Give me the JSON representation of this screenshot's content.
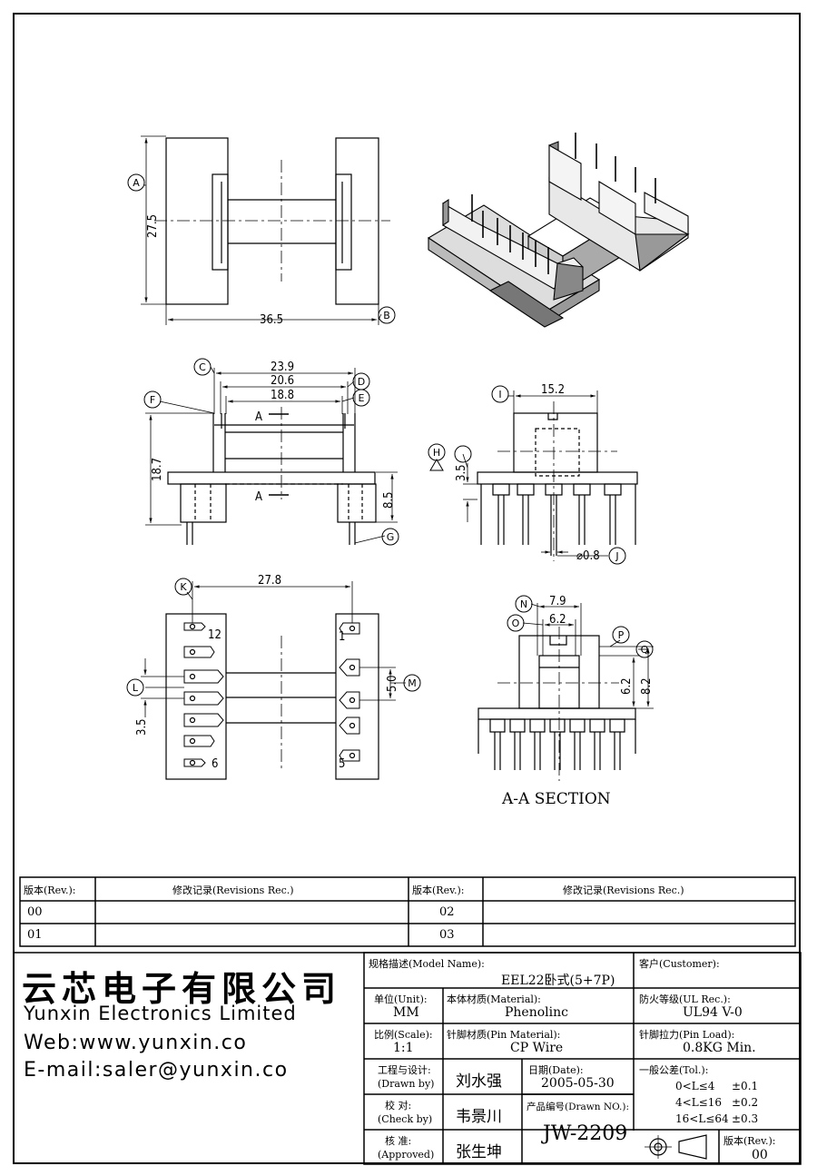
{
  "dims": {
    "d36_5": "36.5",
    "d27_5": "27.5",
    "d23_9": "23.9",
    "d20_6": "20.6",
    "d18_8": "18.8",
    "d18_7": "18.7",
    "d8_5": "8.5",
    "d15_2": "15.2",
    "d3_5a": "3.5",
    "d0_8": "⌀0.8",
    "d27_8": "27.8",
    "d5_0": "5.0",
    "d3_5b": "3.5",
    "d7_9": "7.9",
    "d6_2a": "6.2",
    "d6_2b": "6.2",
    "d8_2": "8.2"
  },
  "refs": {
    "A": "A",
    "B": "B",
    "C": "C",
    "D": "D",
    "E": "E",
    "F": "F",
    "G": "G",
    "H": "H",
    "I": "I",
    "J": "J",
    "K": "K",
    "L": "L",
    "M": "M",
    "N": "N",
    "O": "O",
    "P": "P",
    "Q": "Q"
  },
  "section": {
    "cut": "A",
    "caption": "A-A SECTION"
  },
  "pins": {
    "p12": "12",
    "p1": "1",
    "p6": "6",
    "p5": "5"
  },
  "revisions": {
    "rev_header": "版本(Rev.):",
    "rec_header": "修改记录(Revisions Rec.)",
    "rows": [
      {
        "left_rev": "00",
        "right_rev": "02"
      },
      {
        "left_rev": "01",
        "right_rev": "03"
      }
    ]
  },
  "company": {
    "name_cn": "云芯电子有限公司",
    "name_en": "Yunxin Electronics Limited",
    "web": "Web:www.yunxin.co",
    "email": "E-mail:saler@yunxin.co"
  },
  "title_block": {
    "model_label": "规格描述(Model Name):",
    "model_value": "EEL22卧式(5+7P)",
    "customer_label": "客户(Customer):",
    "unit_label": "单位(Unit):",
    "unit_value": "MM",
    "material_label": "本体材质(Material):",
    "material_value": "Phenolinc",
    "ul_label": "防火等级(UL Rec.):",
    "ul_value": "UL94 V-0",
    "scale_label": "比例(Scale):",
    "scale_value": "1:1",
    "pin_material_label": "针脚材质(Pin Material):",
    "pin_material_value": "CP Wire",
    "pin_load_label": "针脚拉力(Pin Load):",
    "pin_load_value": "0.8KG Min.",
    "drawn_label1": "工程与设计:",
    "drawn_label2": "(Drawn by)",
    "drawn_value": "刘水强",
    "date_label": "日期(Date):",
    "date_value": "2005-05-30",
    "tol_label": "一般公差(Tol.):",
    "tol_rows": [
      {
        "range": "0<L≤4",
        "tol": "±0.1"
      },
      {
        "range": "4<L≤16",
        "tol": "±0.2"
      },
      {
        "range": "16<L≤64",
        "tol": "±0.3"
      }
    ],
    "check_label1": "校  对:",
    "check_label2": "(Check by)",
    "check_value": "韦景川",
    "drawn_no_label": "产品编号(Drawn NO.):",
    "drawn_no_value": "JW-2209",
    "approved_label1": "核  准:",
    "approved_label2": "(Approved)",
    "approved_value": "张生坤",
    "rev_label": "版本(Rev.):",
    "rev_value": "00"
  }
}
